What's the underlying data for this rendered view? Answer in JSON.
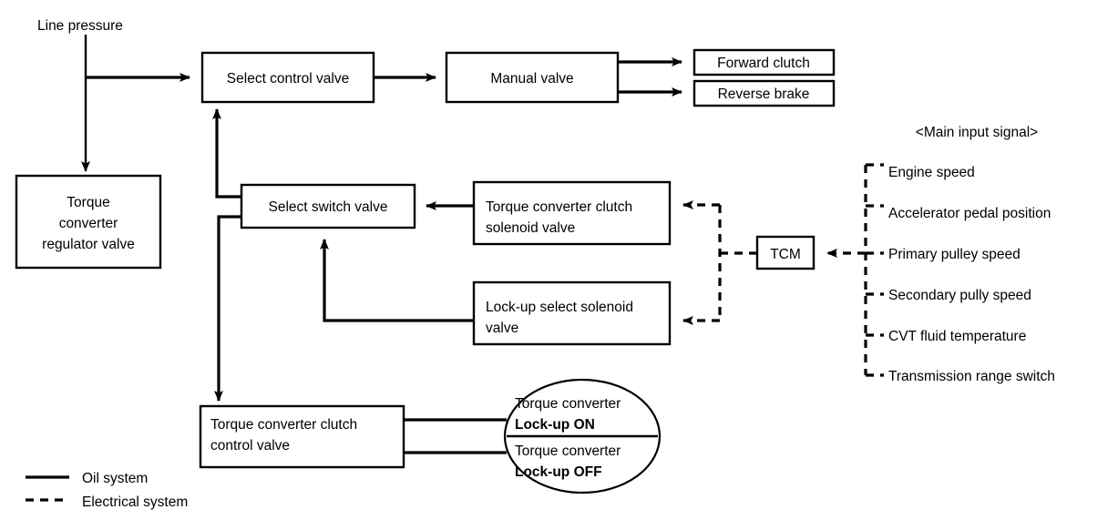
{
  "diagram": {
    "title": "CVT hydraulic control / lock-up system flow diagram",
    "labels": {
      "line_pressure": "Line pressure",
      "main_input_signal": "<Main input signal>"
    },
    "boxes": {
      "select_control_valve": "Select control valve",
      "manual_valve": "Manual valve",
      "forward_clutch": "Forward clutch",
      "reverse_brake": "Reverse brake",
      "torque_converter_regulator_valve_line1": "Torque",
      "torque_converter_regulator_valve_line2": "converter",
      "torque_converter_regulator_valve_line3": "regulator valve",
      "select_switch_valve": "Select switch valve",
      "tcc_solenoid_valve_line1": "Torque converter clutch",
      "tcc_solenoid_valve_line2": "solenoid valve",
      "lockup_select_solenoid_line1": "Lock-up select solenoid",
      "lockup_select_solenoid_line2": "valve",
      "tcc_control_valve_line1": "Torque converter clutch",
      "tcc_control_valve_line2": "control valve",
      "tcm": "TCM"
    },
    "ellipse": {
      "on_line1": "Torque converter",
      "on_line2": "Lock-up ON",
      "off_line1": "Torque converter",
      "off_line2": "Lock-up OFF"
    },
    "input_signals": [
      "Engine speed",
      "Accelerator pedal position",
      "Primary pulley speed",
      "Secondary pully speed",
      "CVT fluid temperature",
      "Transmission range switch"
    ],
    "legend": [
      {
        "style": "solid",
        "label": "Oil system"
      },
      {
        "style": "dashed",
        "label": "Electrical system"
      }
    ],
    "colors": {
      "line": "#000000",
      "background": "#ffffff",
      "box_fill": "#ffffff"
    }
  }
}
